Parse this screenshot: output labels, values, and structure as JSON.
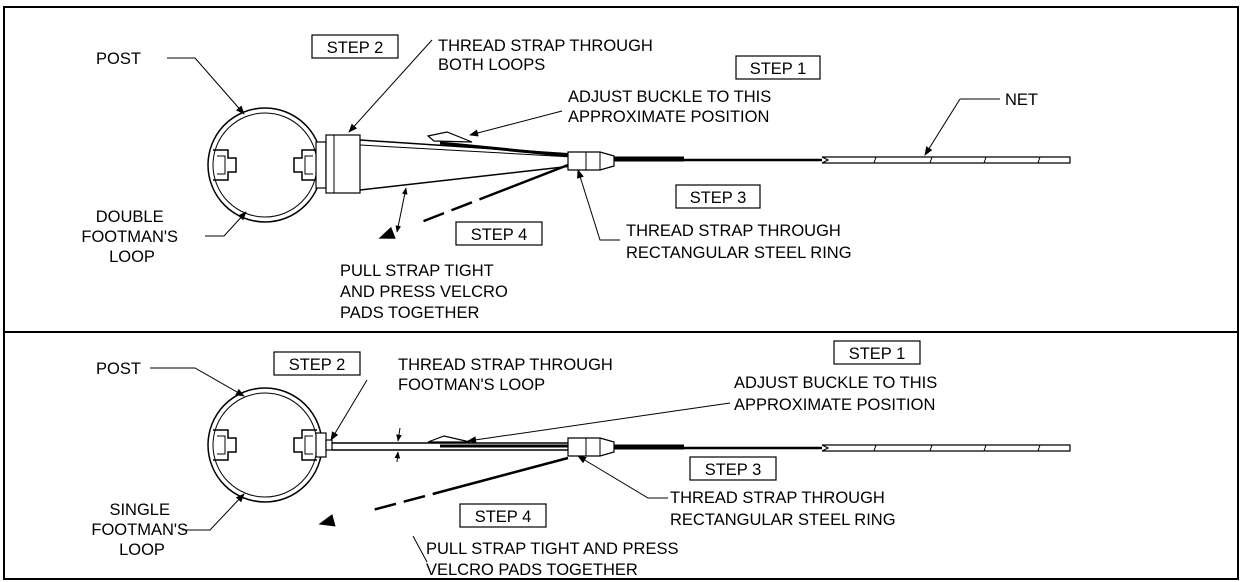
{
  "panel_top": {
    "post_label": "POST",
    "double_loop_label": [
      "DOUBLE",
      "FOOTMAN'S",
      "LOOP"
    ],
    "net_label": "NET",
    "step1": {
      "title": "STEP 1",
      "text": [
        "ADJUST BUCKLE TO THIS",
        "APPROXIMATE POSITION"
      ]
    },
    "step2": {
      "title": "STEP 2",
      "text": [
        "THREAD STRAP THROUGH",
        "BOTH LOOPS"
      ]
    },
    "step3": {
      "title": "STEP 3",
      "text": [
        "THREAD STRAP THROUGH",
        "RECTANGULAR STEEL RING"
      ]
    },
    "step4": {
      "title": "STEP 4",
      "text": [
        "PULL STRAP TIGHT",
        "AND PRESS VELCRO",
        "PADS TOGETHER"
      ]
    }
  },
  "panel_bottom": {
    "post_label": "POST",
    "single_loop_label": [
      "SINGLE",
      "FOOTMAN'S",
      "LOOP"
    ],
    "step1": {
      "title": "STEP 1",
      "text": [
        "ADJUST BUCKLE TO THIS",
        "APPROXIMATE POSITION"
      ]
    },
    "step2": {
      "title": "STEP 2",
      "text": [
        "THREAD STRAP THROUGH",
        "FOOTMAN'S LOOP"
      ]
    },
    "step3": {
      "title": "STEP 3",
      "text": [
        "THREAD STRAP THROUGH",
        "RECTANGULAR STEEL RING"
      ]
    },
    "step4": {
      "title": "STEP 4",
      "text": [
        "PULL STRAP TIGHT AND PRESS",
        "VELCRO PADS TOGETHER"
      ]
    }
  }
}
